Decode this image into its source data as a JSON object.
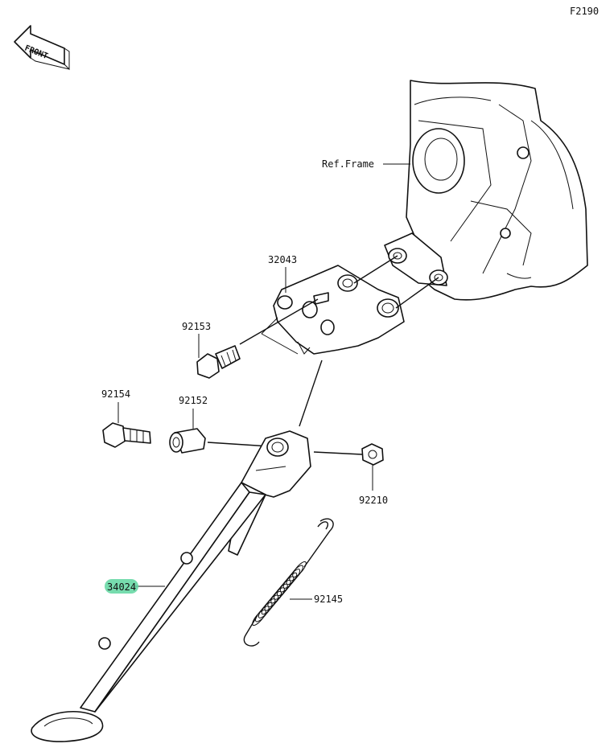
{
  "diagram": {
    "figure_code": "F2190",
    "front_label": "FRONT",
    "ref_frame_label": "Ref.Frame",
    "highlight_color": "#5fd6a0",
    "parts": {
      "bracket": "32043",
      "bolt_upper": "92153",
      "bolt_left": "92154",
      "collar": "92152",
      "nut": "92210",
      "side_stand": "34024",
      "spring": "92145"
    }
  }
}
